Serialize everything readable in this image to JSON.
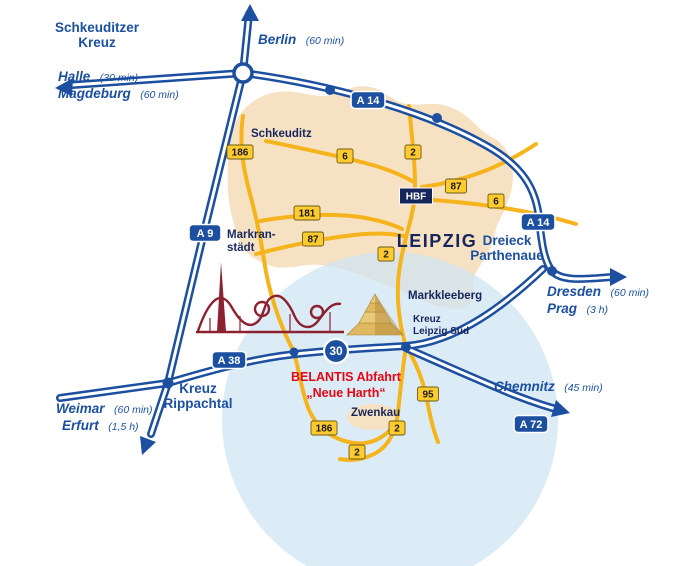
{
  "colors": {
    "motorway": "#1c4f9f",
    "road": "#f5b41c",
    "urban": "#f7e1c3",
    "zone": "#cfe5f4",
    "accent_red": "#e30613",
    "navy": "#16265c",
    "badge_yellow": "#ffcb2e"
  },
  "badges": {
    "a14": "A 14",
    "a9": "A 9",
    "a38": "A 38",
    "a72": "A 72",
    "b186": "186",
    "b181": "181",
    "b87": "87",
    "b6": "6",
    "b2": "2",
    "b95": "95",
    "hbf": "HBF",
    "exit_number": "30"
  },
  "destinations": {
    "berlin": {
      "name": "Berlin",
      "time": "(60 min)"
    },
    "halle": {
      "name": "Halle",
      "time": "(30 min)"
    },
    "magdeburg": {
      "name": "Magdeburg",
      "time": "(60 min)"
    },
    "dresden": {
      "name": "Dresden",
      "time": "(60 min)"
    },
    "prag": {
      "name": "Prag",
      "time": "(3 h)"
    },
    "chemnitz": {
      "name": "Chemnitz",
      "time": "(45 min)"
    },
    "weimar": {
      "name": "Weimar",
      "time": "(60 min)"
    },
    "erfurt": {
      "name": "Erfurt",
      "time": "(1,5 h)"
    }
  },
  "junctions": {
    "schkeuditzer_kreuz": {
      "line1": "Schkeuditzer",
      "line2": "Kreuz"
    },
    "dreieck_parthenaue": {
      "line1": "Dreieck",
      "line2": "Parthenaue"
    },
    "kreuz_rippachtal": {
      "line1": "Kreuz",
      "line2": "Rippachtal"
    },
    "kreuz_leipzig_sued": {
      "line1": "Kreuz",
      "line2": "Leipzig Süd"
    }
  },
  "places": {
    "leipzig": "LEIPZIG",
    "schkeuditz": "Schkeuditz",
    "markranstaedt": {
      "line1": "Markran-",
      "line2": "städt"
    },
    "markkleeberg": "Markkleeberg",
    "zwenkau": "Zwenkau"
  },
  "exit_label": {
    "line1": "BELANTIS Abfahrt",
    "line2": "„Neue Harth“"
  }
}
